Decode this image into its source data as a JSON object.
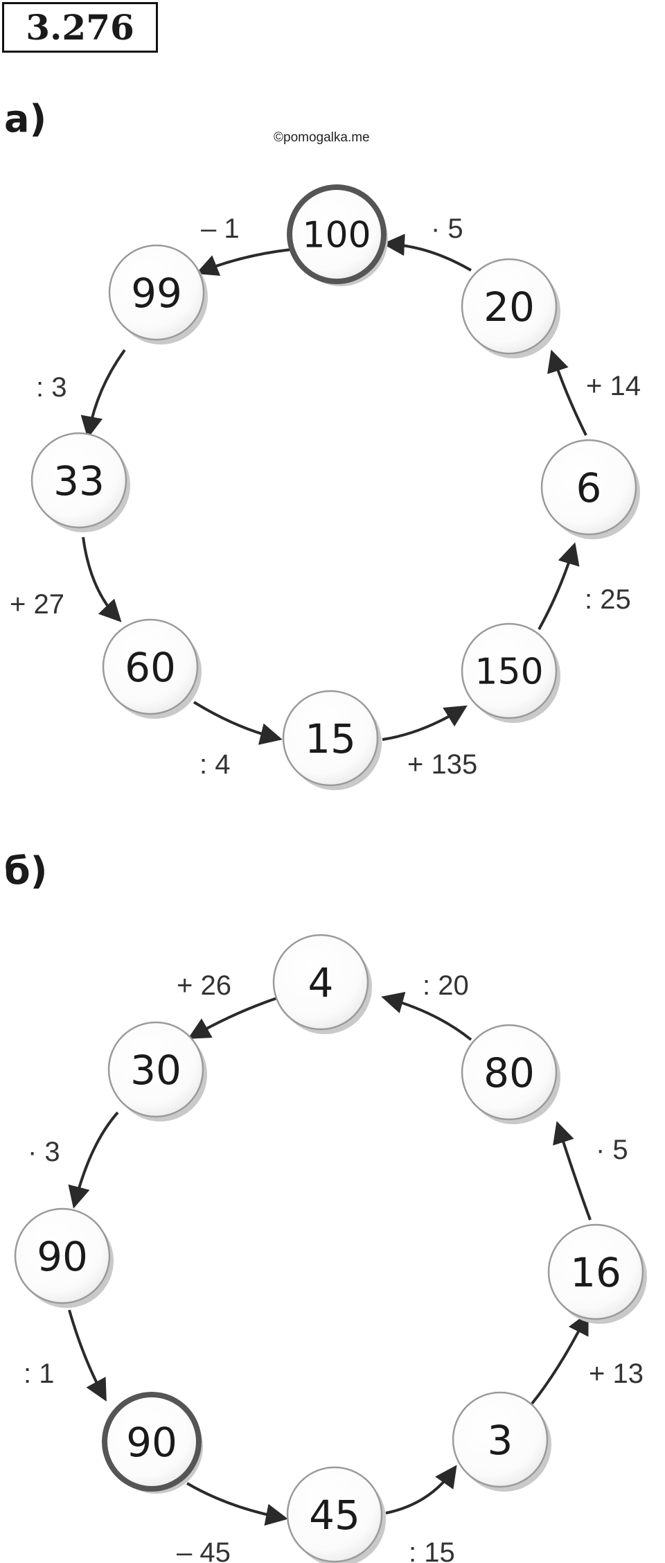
{
  "header": {
    "problem_number": "3.276"
  },
  "watermark": "©pomogalka.me",
  "part_a": {
    "label": "а)",
    "circles": [
      "100",
      "99",
      "33",
      "60",
      "15",
      "150",
      "6",
      "20"
    ],
    "operations": [
      "– 1",
      ": 3",
      "+ 27",
      ": 4",
      "+ 135",
      ": 25",
      "+ 14",
      "· 5"
    ]
  },
  "part_b": {
    "label": "б)",
    "circles": [
      "4",
      "30",
      "90",
      "90",
      "45",
      "3",
      "16",
      "80"
    ],
    "operations": [
      "+ 26",
      "· 3",
      ": 1",
      "– 45",
      ": 15",
      "+ 13",
      "· 5",
      ": 20"
    ]
  }
}
